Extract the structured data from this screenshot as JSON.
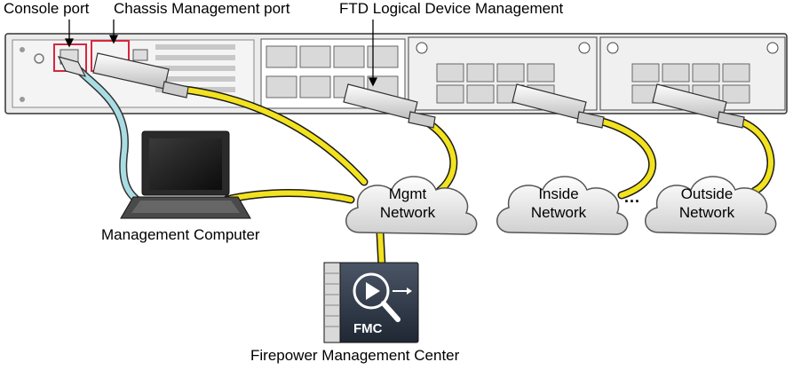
{
  "labels": {
    "console_port": "Console port",
    "chassis_management_port": "Chassis Management port",
    "ftd_logical_device_management": "FTD Logical Device Management",
    "management_computer": "Management Computer",
    "firepower_management_center": "Firepower Management Center",
    "fmc_badge": "FMC",
    "ellipsis": "..."
  },
  "clouds": [
    {
      "id": "mgmt",
      "line1": "Mgmt",
      "line2": "Network"
    },
    {
      "id": "inside",
      "line1": "Inside",
      "line2": "Network"
    },
    {
      "id": "outside",
      "line1": "Outside",
      "line2": "Network"
    }
  ],
  "colors": {
    "cable_yellow": "#f2e21f",
    "console_cable": "#a9dde4",
    "highlight_red": "#d7263d",
    "chassis_fill": "#ececec",
    "fmc_dark": "#2e3a4a"
  }
}
